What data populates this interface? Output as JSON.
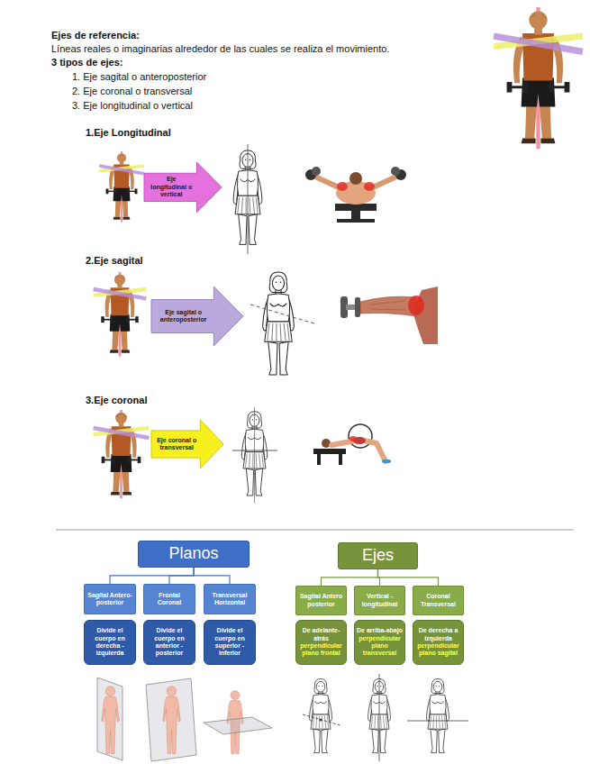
{
  "diagram": {
    "title": "Ejes de referencia:",
    "nodes": [
      {
        "text": [
          "Eje longitudinal o vertical"
        ]
      },
      {
        "text": [
          "Eje sagital o anteroposterior"
        ]
      },
      {
        "text": [
          "Eje coronal o transversal"
        ]
      },
      {
        "text": [
          "Planos"
        ]
      },
      {
        "text": [
          "Ejes"
        ]
      },
      {
        "text": [
          "Sagital Antero-posterior"
        ]
      },
      {
        "text": [
          "Frontal Coronal"
        ]
      },
      {
        "text": [
          "Transversal Horizontal"
        ]
      },
      {
        "text": [
          "Sagital Antero posterior"
        ]
      },
      {
        "text": [
          "Vertical - longitudinal"
        ]
      },
      {
        "text": [
          "Coronal Transversal"
        ]
      },
      {
        "text": [
          "Divide el cuerpo en derecha - izquierda"
        ]
      },
      {
        "text": [
          "Divide el cuerpo en anterior - posterior"
        ]
      },
      {
        "text": [
          "Divide el cuerpo en superior - inferior"
        ]
      },
      {
        "text": [
          "De adelante-atrás",
          "perpendicular plano frontal"
        ]
      },
      {
        "text": [
          "De arriba-abajo",
          "perpendicular plano transversal"
        ]
      },
      {
        "text": [
          "De derecha a izquierda",
          "perpendicular plano sagital"
        ]
      }
    ],
    "edges": [
      {
        "from": 3,
        "to": 5,
        "arrow": "none"
      },
      {
        "from": 3,
        "to": 6,
        "arrow": "none"
      },
      {
        "from": 3,
        "to": 7,
        "arrow": "none"
      },
      {
        "from": 4,
        "to": 8,
        "arrow": "none"
      },
      {
        "from": 4,
        "to": 9,
        "arrow": "none"
      },
      {
        "from": 4,
        "to": 10,
        "arrow": "none"
      }
    ],
    "labels": [
      "Líneas reales o imaginarias alrededor de las cuales se realiza el movimiento.",
      "3 tipos de ejes:",
      "1. Eje sagital o anteroposterior",
      "2. Eje coronal o transversal",
      "3. Eje longitudinal o vertical",
      "1.Eje Longitudinal",
      "2.Eje sagital",
      "3.Eje coronal"
    ]
  }
}
